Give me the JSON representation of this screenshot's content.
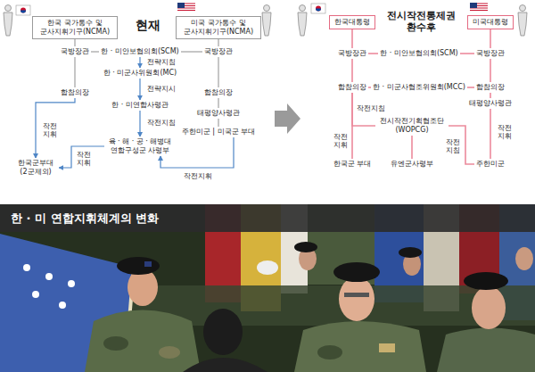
{
  "diagram": {
    "title": "한 · 미 연합지휘체계의 변화",
    "nodes": [
      {
        "text": [
          "한국 국가통수 및 군사지휘기구(NCMA)"
        ]
      },
      {
        "text": [
          "미국 국가통수 및 군사지휘기구(NCMA)"
        ]
      },
      {
        "text": [
          "국방장관"
        ]
      },
      {
        "text": [
          "한 · 미안보협의회(SCM)"
        ]
      },
      {
        "text": [
          "국방장관"
        ]
      },
      {
        "text": [
          "한 · 미군사위원회(MC)"
        ]
      },
      {
        "text": [
          "합참의장"
        ]
      },
      {
        "text": [
          "합참의장"
        ]
      },
      {
        "text": [
          "한 · 미연합사령관"
        ]
      },
      {
        "text": [
          "태평양사령관"
        ]
      },
      {
        "text": [
          "주한미군 | 미국군 부대"
        ]
      },
      {
        "text": [
          "육 · 해 · 공 · 해병대 연합구성군 사령부"
        ]
      },
      {
        "text": [
          "한국군부대 (2군제외)"
        ]
      },
      {
        "text": [
          "한국대통령"
        ]
      },
      {
        "text": [
          "미국대통령"
        ]
      },
      {
        "text": [
          "국방장관"
        ]
      },
      {
        "text": [
          "한 · 미안보협의회(SCM)"
        ]
      },
      {
        "text": [
          "국방장관"
        ]
      },
      {
        "text": [
          "합참의장"
        ]
      },
      {
        "text": [
          "한 · 미군사협조위원회(MCC)"
        ]
      },
      {
        "text": [
          "합참의장"
        ]
      },
      {
        "text": [
          "태평양사령관"
        ]
      },
      {
        "text": [
          "전시작전기획협조단 (WOPCG)"
        ]
      },
      {
        "text": [
          "한국군 부대"
        ]
      },
      {
        "text": [
          "유엔군사령부"
        ]
      },
      {
        "text": [
          "주한미군"
        ]
      }
    ],
    "edges": [
      {
        "from": 0,
        "to": 2,
        "arrow": "none"
      },
      {
        "from": 1,
        "to": 4,
        "arrow": "none"
      },
      {
        "from": 2,
        "to": 3,
        "arrow": "none"
      },
      {
        "from": 3,
        "to": 4,
        "arrow": "none"
      },
      {
        "from": 2,
        "to": 6,
        "arrow": "none"
      },
      {
        "from": 4,
        "to": 7,
        "arrow": "none"
      },
      {
        "from": 3,
        "to": 5,
        "label": "전략지침",
        "arrow": "to"
      },
      {
        "from": 5,
        "to": 8,
        "label": "전략지시",
        "arrow": "to"
      },
      {
        "from": 8,
        "to": 11,
        "label": "작전지침",
        "arrow": "to"
      },
      {
        "from": 7,
        "to": 9,
        "arrow": "none"
      },
      {
        "from": 9,
        "to": 10,
        "arrow": "none"
      },
      {
        "from": 6,
        "to": 12,
        "label": "작전지휘",
        "arrow": "to"
      },
      {
        "from": 11,
        "to": 12,
        "label": "작전지휘",
        "arrow": "to"
      },
      {
        "from": 10,
        "to": 11,
        "label": "작전지휘",
        "arrow": "to"
      },
      {
        "from": 13,
        "to": 15,
        "arrow": "none"
      },
      {
        "from": 14,
        "to": 17,
        "arrow": "none"
      },
      {
        "from": 15,
        "to": 16,
        "arrow": "none"
      },
      {
        "from": 16,
        "to": 17,
        "arrow": "none"
      },
      {
        "from": 15,
        "to": 18,
        "arrow": "none"
      },
      {
        "from": 17,
        "to": 20,
        "arrow": "none"
      },
      {
        "from": 18,
        "to": 19,
        "arrow": "none"
      },
      {
        "from": 19,
        "to": 20,
        "arrow": "none"
      },
      {
        "from": 20,
        "to": 21,
        "arrow": "none"
      },
      {
        "from": 18,
        "to": 22,
        "label": "작전지침",
        "arrow": "none"
      },
      {
        "from": 18,
        "to": 23,
        "label": "작전지휘",
        "arrow": "none"
      },
      {
        "from": 22,
        "to": 24,
        "arrow": "none"
      },
      {
        "from": 21,
        "to": 25,
        "label": "작전지휘",
        "arrow": "none"
      },
      {
        "from": 22,
        "to": 25,
        "label": "작전지침",
        "arrow": "none"
      }
    ],
    "labels": [
      "현재",
      "전시작전통제권 환수후"
    ]
  }
}
